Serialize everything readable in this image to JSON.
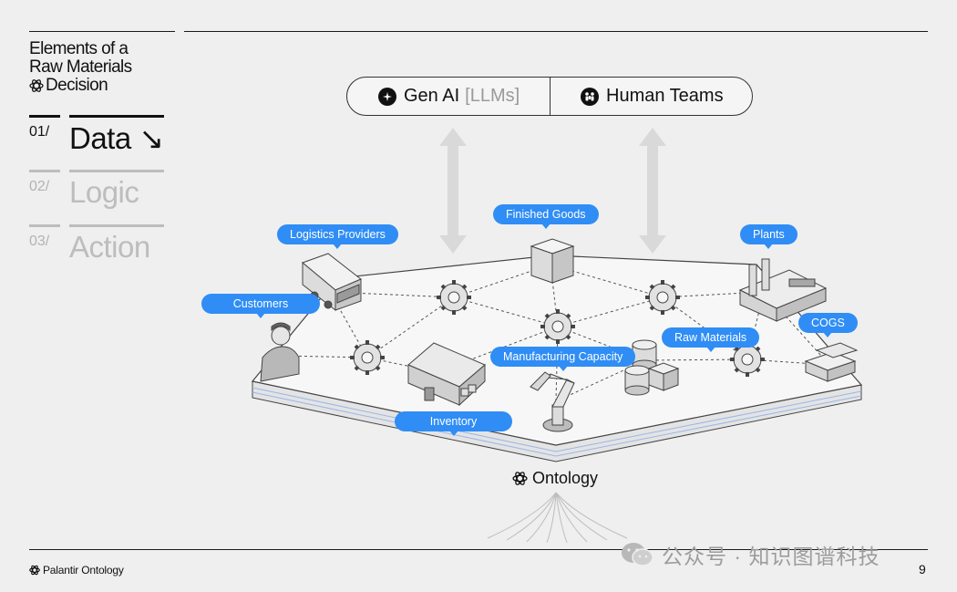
{
  "sidebar": {
    "title_lines": [
      "Elements of a",
      "Raw Materials",
      "Decision"
    ],
    "nav": [
      {
        "num": "01/",
        "label": "Data ↘",
        "active": true
      },
      {
        "num": "02/",
        "label": "Logic",
        "active": false
      },
      {
        "num": "03/",
        "label": "Action",
        "active": false
      }
    ]
  },
  "pill": {
    "left_label": "Gen AI",
    "left_muted": "[LLMs]",
    "right_label": "Human Teams"
  },
  "callouts": {
    "logistics": "Logistics Providers",
    "finished_goods": "Finished Goods",
    "plants": "Plants",
    "customers": "Customers",
    "cogs": "COGS",
    "raw_materials": "Raw Materials",
    "manufacturing": "Manufacturing Capacity",
    "inventory": "Inventory"
  },
  "ontology_label": "Ontology",
  "footer": {
    "brand": "Palantir Ontology",
    "page": "9"
  },
  "watermark": "公众号 · 知识图谱科技",
  "colors": {
    "accent": "#2f8df5",
    "background": "#efefef",
    "line": "#1a1a1a"
  }
}
